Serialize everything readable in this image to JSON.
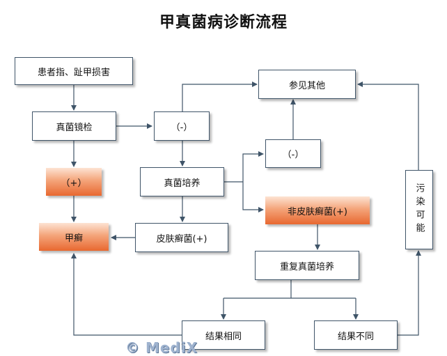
{
  "title": "甲真菌病诊断流程",
  "nodes": {
    "patient": "患者指、趾甲损害",
    "microscopy": "真菌镜检",
    "positive": "（+）",
    "onychomycosis": "甲癣",
    "negative_1": "（-）",
    "culture": "真菌培养",
    "dermatophyte_pos": "皮肤癣菌(+)",
    "see_other": "参见其他",
    "negative_2": "（-）",
    "non_dermatophyte_pos": "非皮肤癣菌(+)",
    "repeat_culture": "重复真菌培养",
    "result_same": "结果相同",
    "result_diff": "结果不同",
    "contamination": "污染可能"
  },
  "colors": {
    "edge": "#3f5468",
    "highlight": "#e86830"
  },
  "watermark": "© MediX"
}
